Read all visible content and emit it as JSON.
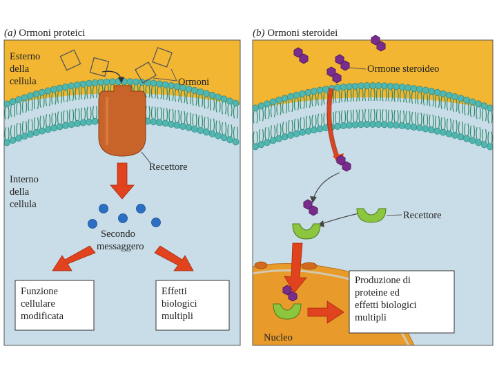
{
  "panel_a": {
    "letter": "(a)",
    "title": "Ormoni proteici",
    "outside_line1": "Esterno",
    "outside_line2": "della",
    "outside_line3": "cellula",
    "hormones_label": "Ormoni",
    "receptor_label": "Recettore",
    "inside_line1": "Interno",
    "inside_line2": "della",
    "inside_line3": "cellula",
    "messenger_line1": "Secondo",
    "messenger_line2": "messaggero",
    "result_left_line1": "Funzione",
    "result_left_line2": "cellulare",
    "result_left_line3": "modificata",
    "result_right_line1": "Effetti",
    "result_right_line2": "biologici",
    "result_right_line3": "multipli"
  },
  "panel_b": {
    "letter": "(b)",
    "title": "Ormoni steroidei",
    "hormone_label": "Ormone steroideo",
    "receptor_label": "Recettore",
    "nucleus_label": "Nucleo",
    "result_line1": "Produzione di",
    "result_line2": "proteine ed",
    "result_line3": "effetti biologici",
    "result_line4": "multipli"
  },
  "colors": {
    "outside": "#f2b632",
    "inside": "#c9dde8",
    "membrane_head": "#4fb6b0",
    "membrane_tail": "#2f8a6a",
    "receptor_a": "#c8642a",
    "arrow": "#e0431e",
    "messenger": "#2a6fc4",
    "steroid": "#7a2c8c",
    "receptor_b": "#8cc63f",
    "nucleus": "#e89a2a"
  }
}
